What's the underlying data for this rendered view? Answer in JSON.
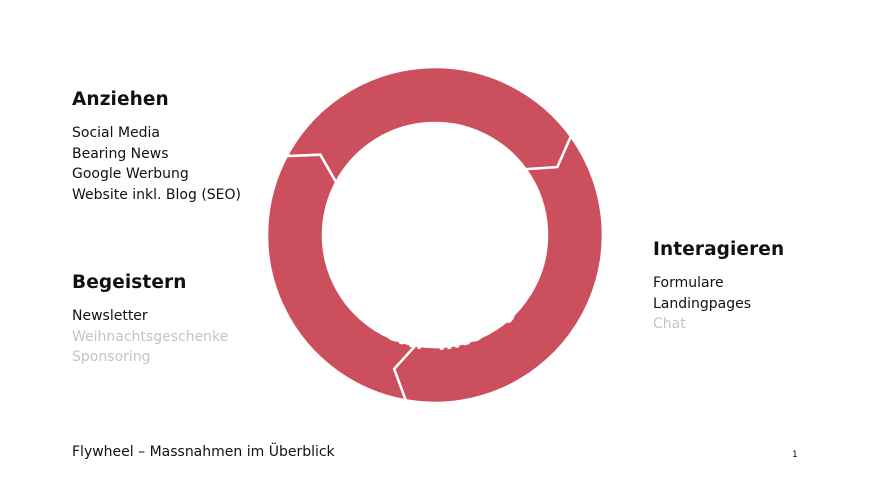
{
  "sections": {
    "anziehen": {
      "title": "Anziehen",
      "items": [
        {
          "text": "Social Media",
          "muted": false
        },
        {
          "text": "Bearing News",
          "muted": false
        },
        {
          "text": "Google Werbung",
          "muted": false
        },
        {
          "text": "Website inkl. Blog (SEO)",
          "muted": false
        }
      ]
    },
    "begeistern": {
      "title": "Begeistern",
      "items": [
        {
          "text": "Newsletter",
          "muted": false
        },
        {
          "text": "Weihnachtsgeschenke",
          "muted": true
        },
        {
          "text": "Sponsoring",
          "muted": true
        }
      ]
    },
    "interagieren": {
      "title": "Interagieren",
      "items": [
        {
          "text": "Formulare",
          "muted": false
        },
        {
          "text": "Landingpages",
          "muted": false
        },
        {
          "text": "Chat",
          "muted": true
        }
      ]
    }
  },
  "flywheel": {
    "color": "#cc4f5d",
    "labels": {
      "top": "Anziehen",
      "right": "Interagieren",
      "left": "Begeistern"
    }
  },
  "footer": {
    "title": "Flywheel – Massnahmen im Überblick",
    "page_number": "1"
  }
}
